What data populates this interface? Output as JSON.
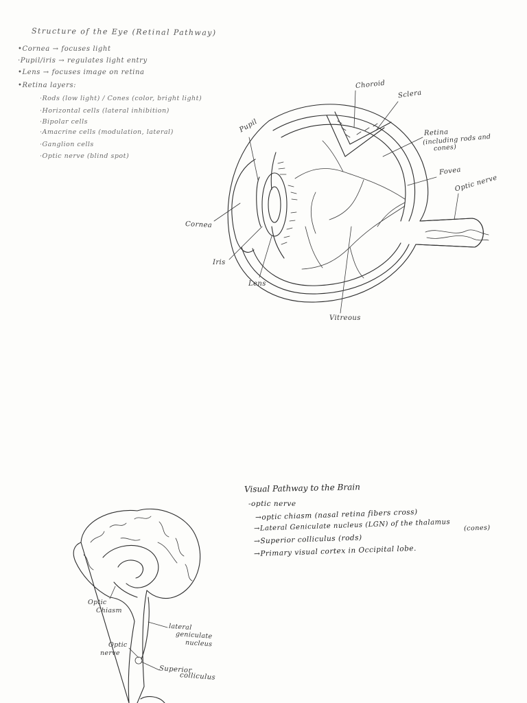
{
  "eye_notes": {
    "title": "Structure of the Eye (Retinal Pathway)",
    "items": [
      "•Cornea → focuses light",
      "·Pupil/iris → regulates light entry",
      "•Lens → focuses image on retina",
      "•Retina layers:"
    ],
    "retina_layers": [
      "·Rods (low light) / Cones (color, bright light)",
      "·Horizontal cells (lateral inhibition)",
      "·Bipolar cells",
      "·Amacrine cells (modulation, lateral)",
      "·Ganglion cells",
      "·Optic nerve (blind spot)"
    ]
  },
  "eye_diagram_labels": {
    "choroid": "Choroid",
    "sclera": "Sclera",
    "pupil": "Pupil",
    "retina": "Retina",
    "retina_detail_1": "(including rods and",
    "retina_detail_2": "cones)",
    "fovea": "Fovea",
    "optic_nerve": "Optic nerve",
    "cornea": "Cornea",
    "iris": "Iris",
    "lens": "Lens",
    "vitreous": "Vitreous"
  },
  "visual_pathway": {
    "title": "Visual Pathway to the Brain",
    "items": [
      "-optic nerve",
      "→optic chiasm (nasal retina fibers cross)",
      "→Lateral Geniculate nucleus (LGN) of the thalamus",
      "(cones)",
      "→Superior colliculus (rods)",
      "→Primary visual cortex in Occipital lobe."
    ]
  },
  "brain_diagram_labels": {
    "optic_chiasm_1": "Optic",
    "optic_chiasm_2": "Chiasm",
    "lgn_1": "lateral",
    "lgn_2": "geniculate",
    "lgn_3": "nucleus",
    "optic_nerve_1": "Optic",
    "optic_nerve_2": "nerve",
    "superior_colliculus_1": "Superior",
    "superior_colliculus_2": "colliculus"
  }
}
